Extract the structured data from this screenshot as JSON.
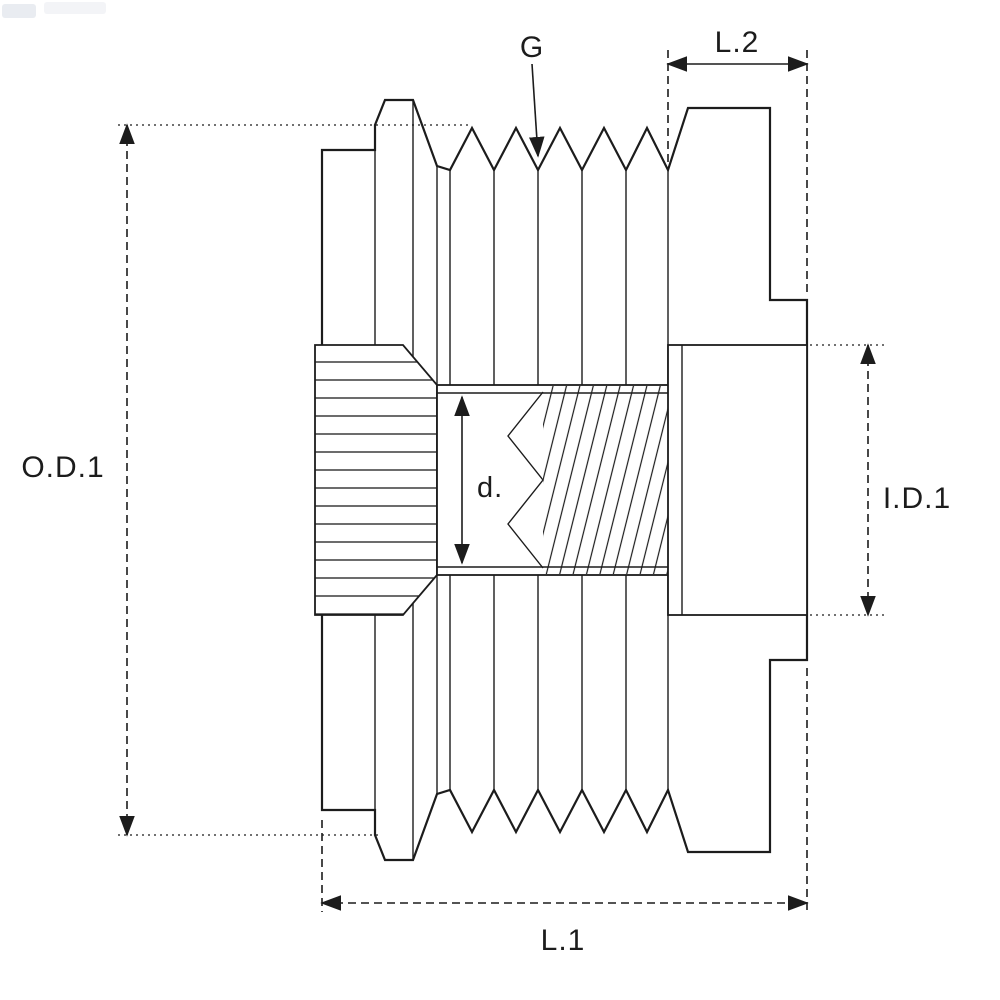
{
  "diagram": {
    "dimension_labels": {
      "outer_diameter": "O.D.1",
      "inner_diameter": "I.D.1",
      "overall_length": "L.1",
      "hub_length": "L.2",
      "groove": "G",
      "bore_diameter": "d."
    },
    "colors": {
      "line": "#1c1c1c",
      "background": "#ffffff",
      "artifact_chip": "#e9ecf1"
    }
  }
}
